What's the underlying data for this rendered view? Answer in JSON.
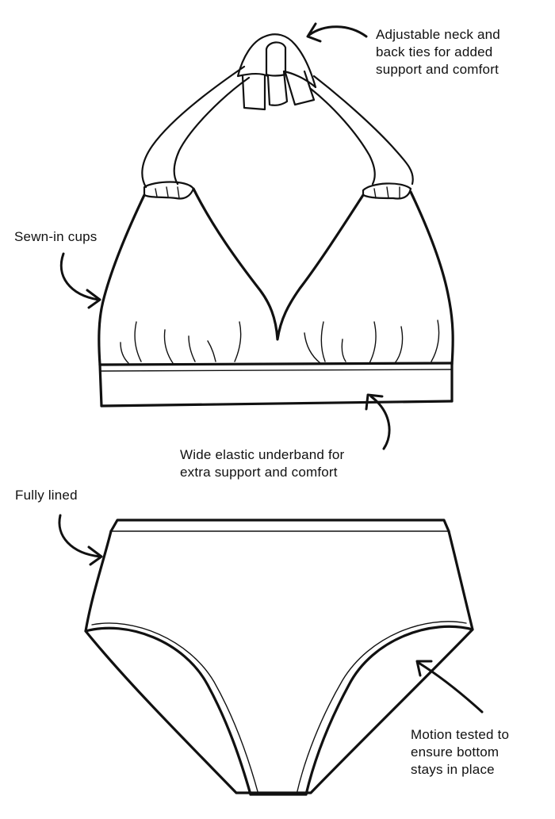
{
  "callouts": {
    "neck_ties": {
      "line1": "Adjustable neck and",
      "line2": "back ties for added",
      "line3": "support and comfort"
    },
    "cups": {
      "line1": "Sewn-in cups"
    },
    "underband": {
      "line1": "Wide elastic underband for",
      "line2": "extra support and comfort"
    },
    "lined": {
      "line1": "Fully lined"
    },
    "motion": {
      "line1": "Motion tested to",
      "line2": "ensure bottom",
      "line3": "stays in place"
    }
  },
  "colors": {
    "ink": "#111111",
    "background": "#ffffff"
  }
}
